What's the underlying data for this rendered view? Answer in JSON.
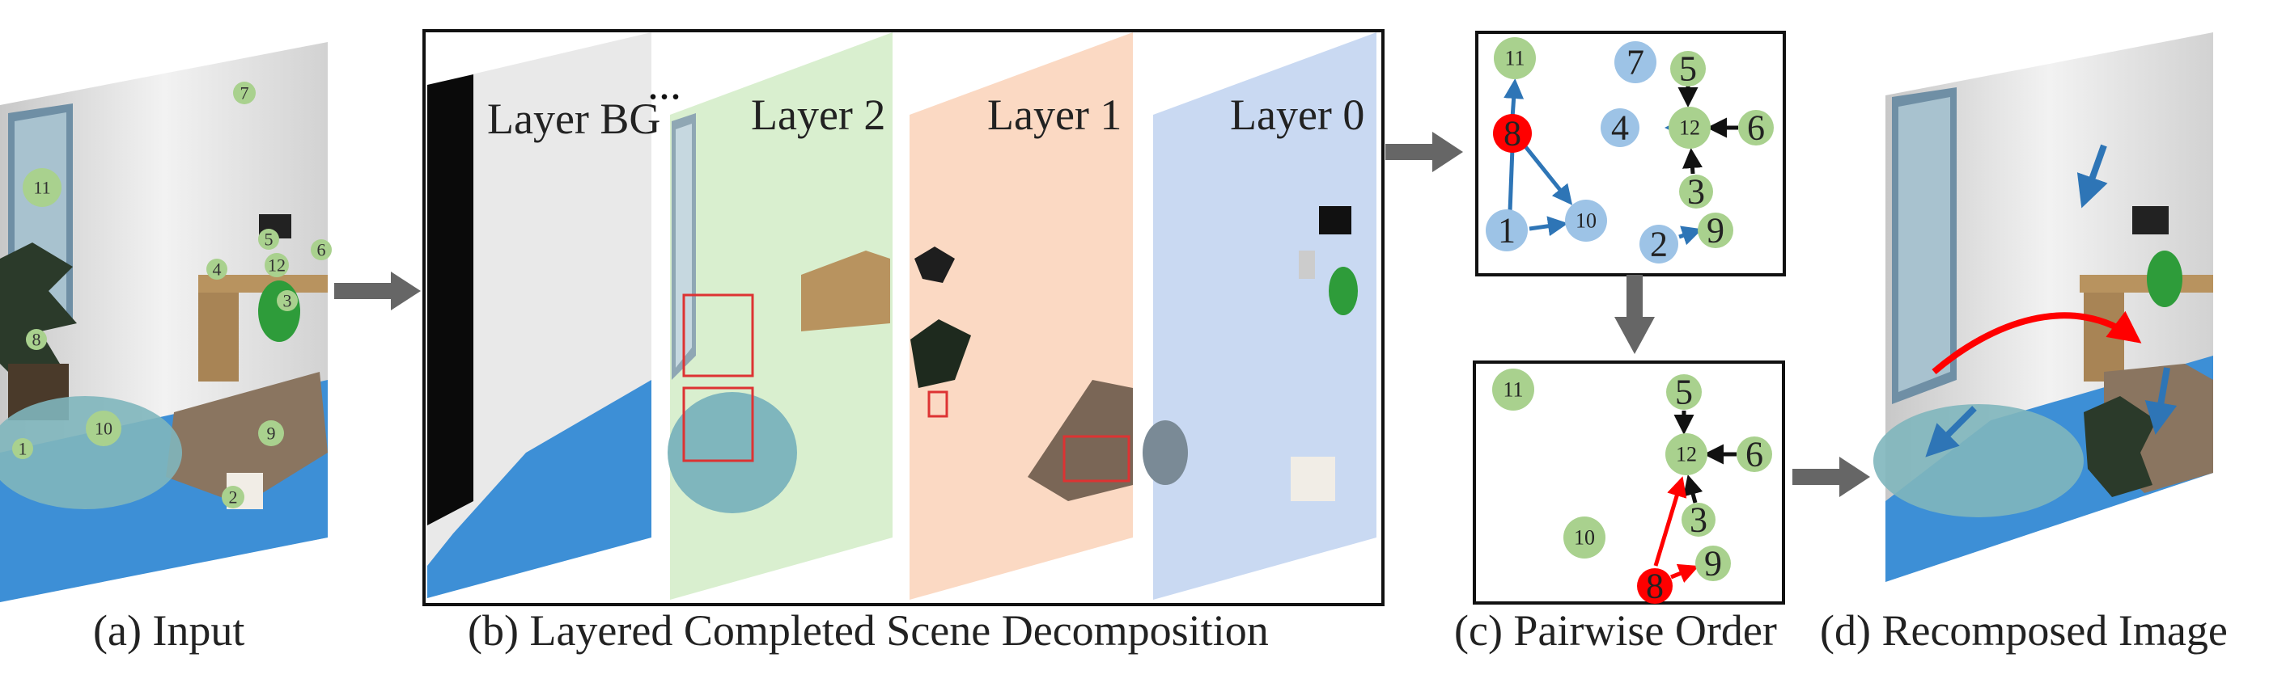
{
  "captions": {
    "a": "(a) Input",
    "b": "(b) Layered Completed Scene Decomposition",
    "c": "(c) Pairwise Order",
    "d": "(d) Recomposed Image"
  },
  "layers": {
    "bg": "Layer BG",
    "l2": "Layer 2",
    "l1": "Layer 1",
    "l0": "Layer 0",
    "ellipsis": "..."
  },
  "input_labels": [
    "7",
    "11",
    "5",
    "4",
    "12",
    "6",
    "3",
    "8",
    "1",
    "10",
    "9",
    "2"
  ],
  "graph_top": {
    "nodes": [
      "11",
      "8",
      "1",
      "10",
      "7",
      "5",
      "4",
      "12",
      "6",
      "3",
      "2",
      "9"
    ]
  },
  "graph_bottom": {
    "nodes": [
      "11",
      "5",
      "12",
      "6",
      "3",
      "10",
      "9",
      "8"
    ]
  },
  "colors": {
    "green": "#a9d18e",
    "blue": "#9dc3e6",
    "red": "#ff0000",
    "blue_arrow": "#2e75b6",
    "layer2_bg": "#d9efcf",
    "layer1_bg": "#fbd9c3",
    "layer0_bg": "#c9d9f2",
    "floor": "#3d8fd6",
    "rug": "#8a7560"
  }
}
